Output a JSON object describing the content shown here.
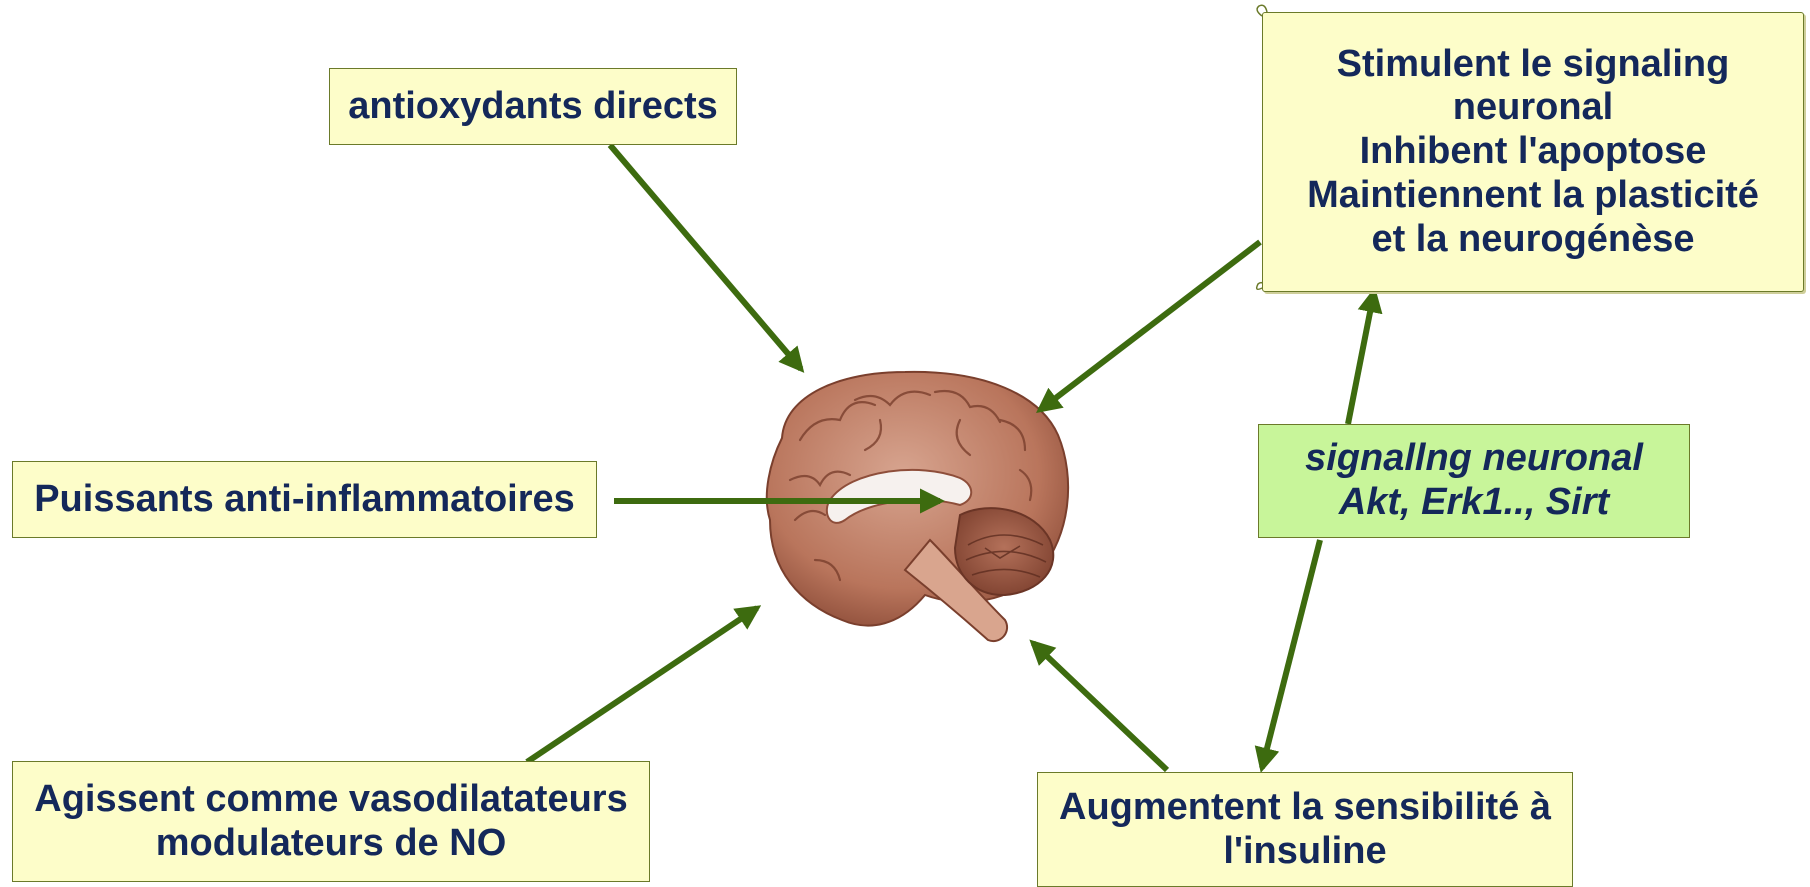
{
  "nodes": {
    "antioxidants": {
      "lines": [
        "antioxydants directs"
      ]
    },
    "anti_inflammatory": {
      "lines": [
        "Puissants anti-inflammatoires"
      ]
    },
    "vasodilators": {
      "lines": [
        "Agissent comme vasodilatateurs",
        "modulateurs de NO"
      ]
    },
    "insulin": {
      "lines": [
        "Augmentent la sensibilité à",
        "l'insuline"
      ]
    },
    "signalling": {
      "lines": [
        "signallng neuronal",
        "Akt, Erk1.., Sirt"
      ]
    },
    "neuronal_effects": {
      "lines": [
        "Stimulent le signaling",
        "neuronal",
        "Inhibent l'apoptose",
        "Maintiennent la plasticité",
        "et la neurogénèse"
      ]
    }
  },
  "colors": {
    "box_fill": "#fdfdc9",
    "signal_fill": "#c8f59a",
    "text": "#14285a",
    "arrow": "#3d6b0f"
  },
  "central_image": {
    "icon": "brain-sagittal-section"
  }
}
